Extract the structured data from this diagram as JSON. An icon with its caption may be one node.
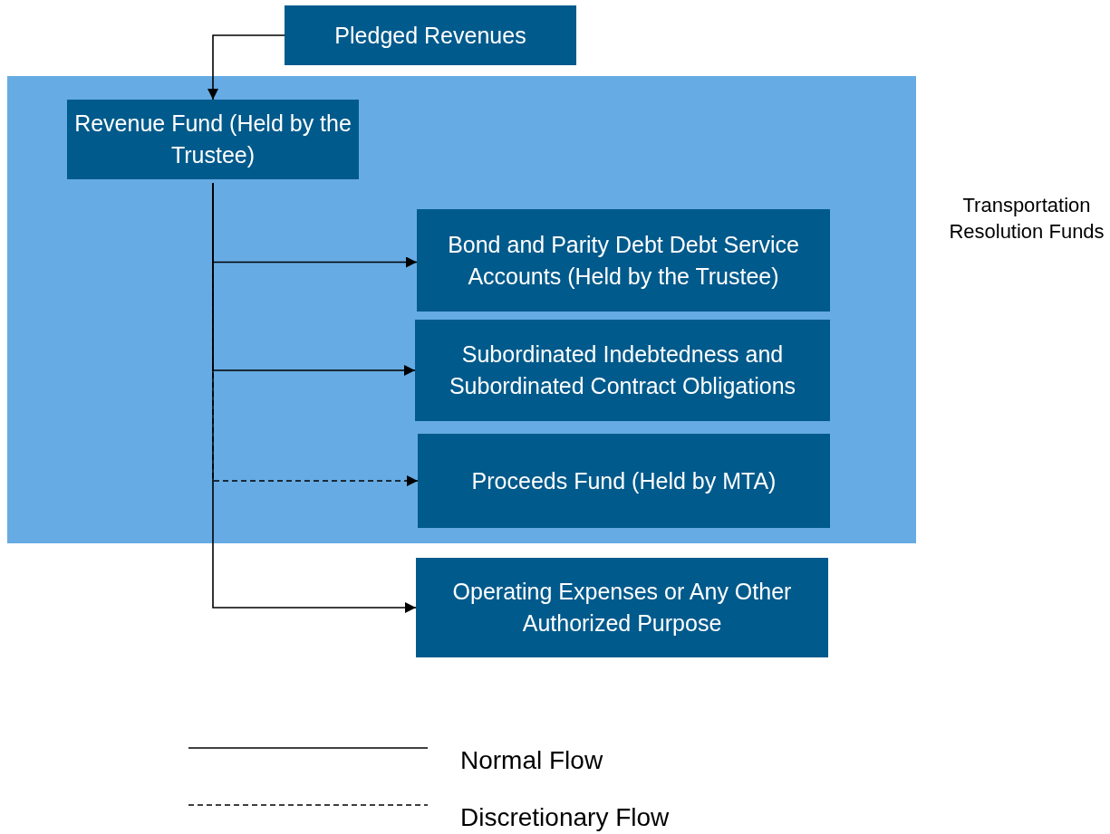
{
  "diagram": {
    "nodes": [
      {
        "text": [
          "Pledged Revenues"
        ]
      },
      {
        "text": [
          "Transportation Resolution Funds"
        ]
      },
      {
        "text": [
          "Revenue Fund (Held by the Trustee)"
        ],
        "in": 1
      },
      {
        "text": [
          "Bond and Parity Debt Debt Service Accounts (Held by the Trustee)"
        ],
        "in": 1
      },
      {
        "text": [
          "Subordinated Indebtedness and Subordinated Contract Obligations"
        ],
        "in": 1
      },
      {
        "text": [
          "Proceeds Fund (Held by MTA)"
        ],
        "in": 1
      },
      {
        "text": [
          "Operating Expenses or Any Other Authorized Purpose"
        ]
      }
    ],
    "edges": [
      {
        "from": 0,
        "to": 2,
        "arrow": "to"
      },
      {
        "from": 2,
        "to": 3,
        "arrow": "to"
      },
      {
        "from": 2,
        "to": 4,
        "arrow": "to"
      },
      {
        "from": 2,
        "to": 5,
        "arrow": "to",
        "style": "dashed"
      },
      {
        "from": 2,
        "to": 6,
        "arrow": "to"
      }
    ],
    "legend": [
      {
        "text": "Normal Flow"
      },
      {
        "text": "Discretionary Flow"
      }
    ]
  }
}
